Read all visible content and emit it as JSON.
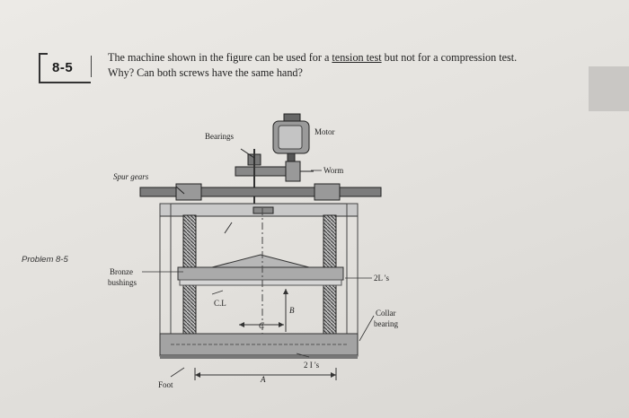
{
  "problem": {
    "number": "8-5",
    "question_line1_a": "The machine shown in the figure can be used for a ",
    "question_line1_b": "tension test",
    "question_line1_c": " but not for a compression test.",
    "question_line2": "Why? Can both screws have the same hand?"
  },
  "side_label": "Problem 8-5",
  "figure": {
    "labels": {
      "bearings": "Bearings",
      "motor": "Motor",
      "worm": "Worm",
      "spur_gears": "Spur gears",
      "bronze": "Bronze",
      "bushings": "bushings",
      "two_l": "2L 's",
      "cl": "C.L",
      "b": "B",
      "c": "C",
      "collar": "Collar",
      "bearing": "bearing",
      "two_i": "2 I 's",
      "foot": "Foot",
      "a": "A"
    }
  }
}
